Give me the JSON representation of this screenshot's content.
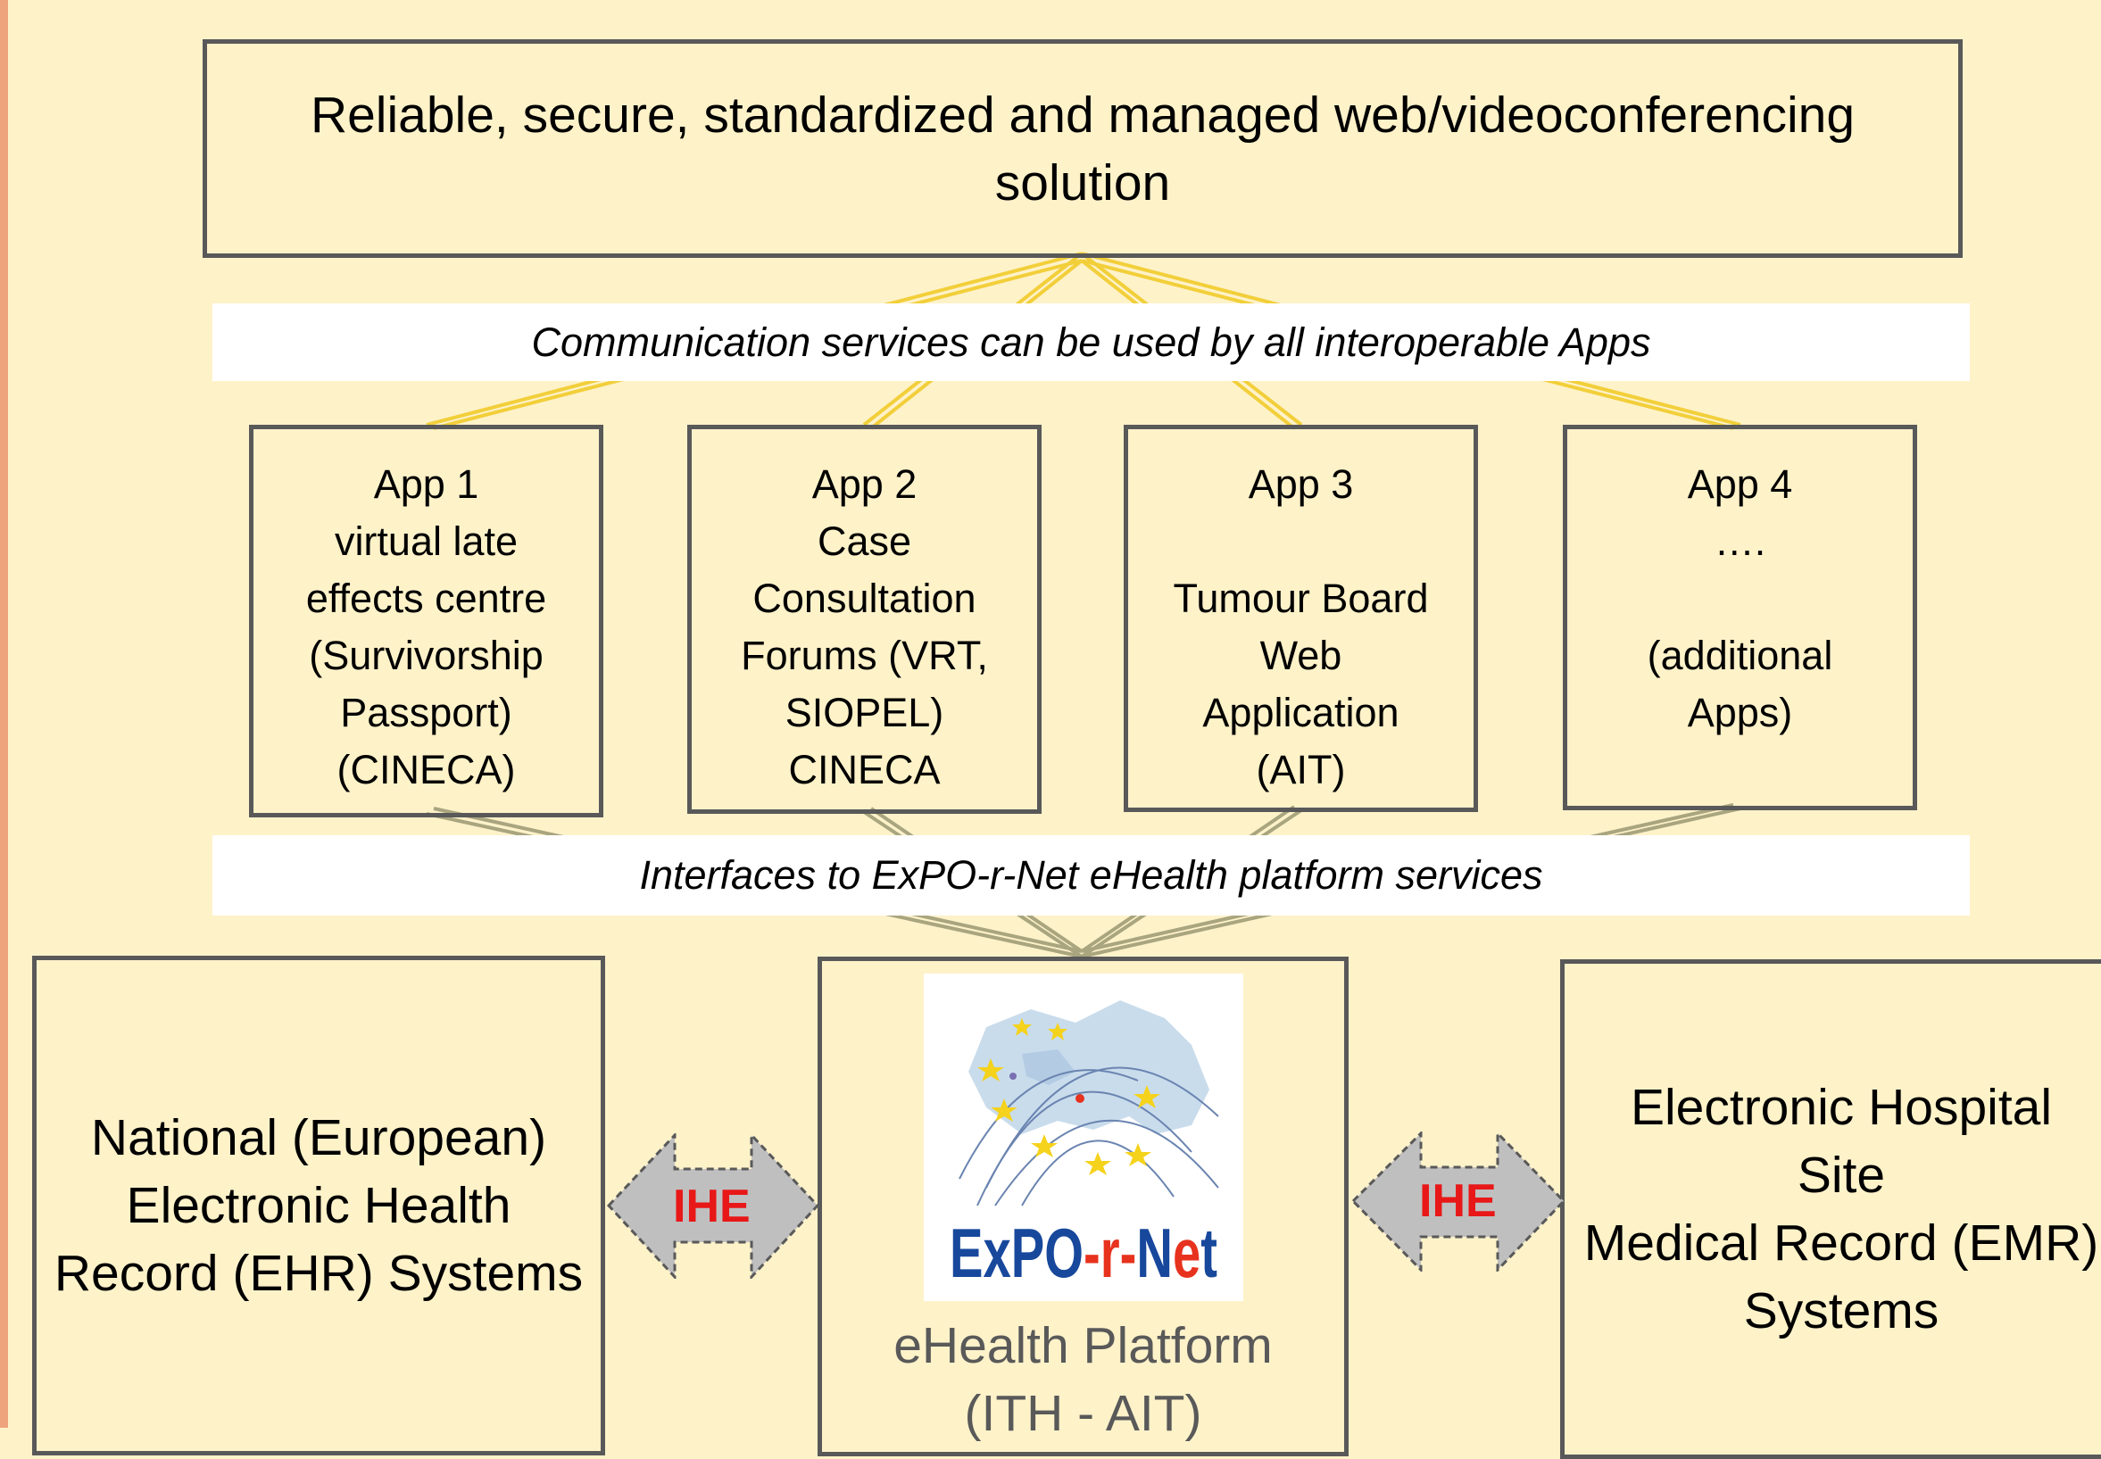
{
  "top_box": {
    "text": "Reliable, secure, standardized and managed web/videoconferencing\nsolution"
  },
  "banner_top": {
    "text": "Communication services can be used by all interoperable Apps"
  },
  "apps": [
    {
      "text": "App 1\nvirtual late\neffects centre\n(Survivorship\nPassport)\n(CINECA)"
    },
    {
      "text": "App 2\nCase\nConsultation\nForums (VRT,\nSIOPEL)\nCINECA"
    },
    {
      "text": "App 3\n\nTumour Board\nWeb\nApplication\n(AIT)"
    },
    {
      "text": "App 4\n….\n\n(additional\nApps)"
    }
  ],
  "banner_bottom": {
    "text": "Interfaces to ExPO-r-Net eHealth platform services"
  },
  "ehr_box": {
    "text": "National (European)\nElectronic Health\nRecord (EHR) Systems"
  },
  "platform": {
    "label": "eHealth Platform\n(ITH - AIT)",
    "logo_text": "ExPO-r-Net"
  },
  "emr_box": {
    "text": "Electronic Hospital\nSite\nMedical Record (EMR)\nSystems"
  },
  "arrows": [
    {
      "label": "IHE"
    },
    {
      "label": "IHE"
    }
  ],
  "colors": {
    "background": "#FEF2C9",
    "box_border": "#595959",
    "connector_top": "#F2CF3A",
    "connector_bottom": "#A9A57F",
    "ihe_text": "#E81818",
    "arrow_fill": "#BFBFBF",
    "logo_dark": "#17489C",
    "logo_red": "#E7321E"
  }
}
